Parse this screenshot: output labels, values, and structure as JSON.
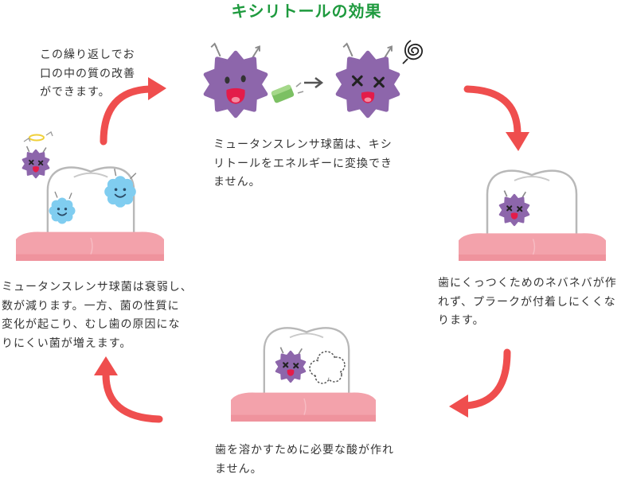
{
  "title": "キシリトールの効果",
  "steps": {
    "xylitol": {
      "lines": [
        "ミュータンスレンサ球菌は、キシ",
        "リトールをエネルギーに変換でき",
        "ません。"
      ]
    },
    "plaque": {
      "lines": [
        "歯にくっつくためのネバネバが作",
        "れず、プラークが付着しにくくな",
        "ります。"
      ]
    },
    "acid": {
      "lines": [
        "歯を溶かすために必要な酸が作れ",
        "ません。"
      ]
    },
    "bacteria": {
      "lines": [
        "ミュータンスレンサ球菌は衰弱し、",
        "数が減ります。一方、菌の性質に",
        "変化が起こり、むし歯の原因にな",
        "りにくい菌が増えます。"
      ]
    },
    "repeat": {
      "lines": [
        "この繰り返しでお",
        "口の中の質の改善",
        "ができます。"
      ]
    }
  },
  "colors": {
    "title": "#1e9a3e",
    "cycle_arrow": "#ef4e4e",
    "germ": "#8d66ab",
    "good_germ": "#80cdf0",
    "gum": "#f3a2ab",
    "xylitol_gum": "#7cc063"
  },
  "icons": {
    "germ": "mutans-germ-icon",
    "good_germ": "good-germ-icon",
    "tooth": "tooth-icon",
    "gum": "gum-icon",
    "xylitol": "xylitol-gum-icon",
    "dizzy": "dizzy-swirl-icon",
    "halo": "halo-icon",
    "cycle_arrow": "cycle-arrow-icon"
  }
}
